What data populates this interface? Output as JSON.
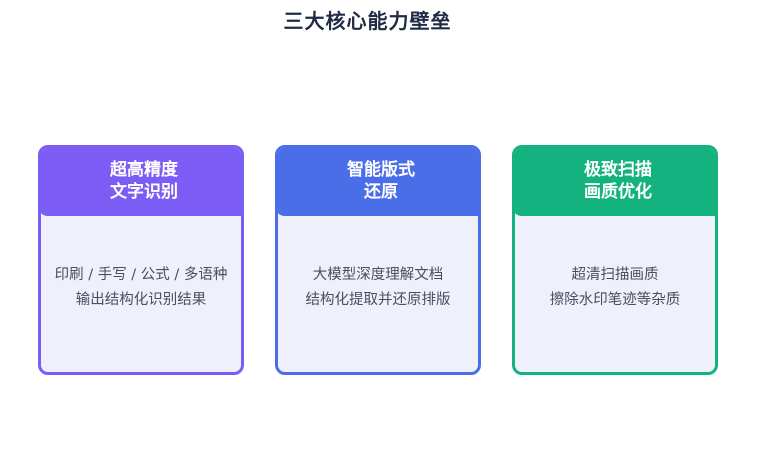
{
  "title": "三大核心能力壁垒",
  "cards": [
    {
      "heading_line1": "超高精度",
      "heading_line2": "文字识别",
      "desc_line1": "印刷 / 手写 / 公式 / 多语种",
      "desc_line2": "输出结构化识别结果",
      "accent": "#7b5cf5"
    },
    {
      "heading_line1": "智能版式",
      "heading_line2": "还原",
      "desc_line1": "大模型深度理解文档",
      "desc_line2": "结构化提取并还原排版",
      "accent": "#4a6ee8"
    },
    {
      "heading_line1": "极致扫描",
      "heading_line2": "画质优化",
      "desc_line1": "超清扫描画质",
      "desc_line2": "擦除水印笔迹等杂质",
      "accent": "#13b27f"
    }
  ]
}
